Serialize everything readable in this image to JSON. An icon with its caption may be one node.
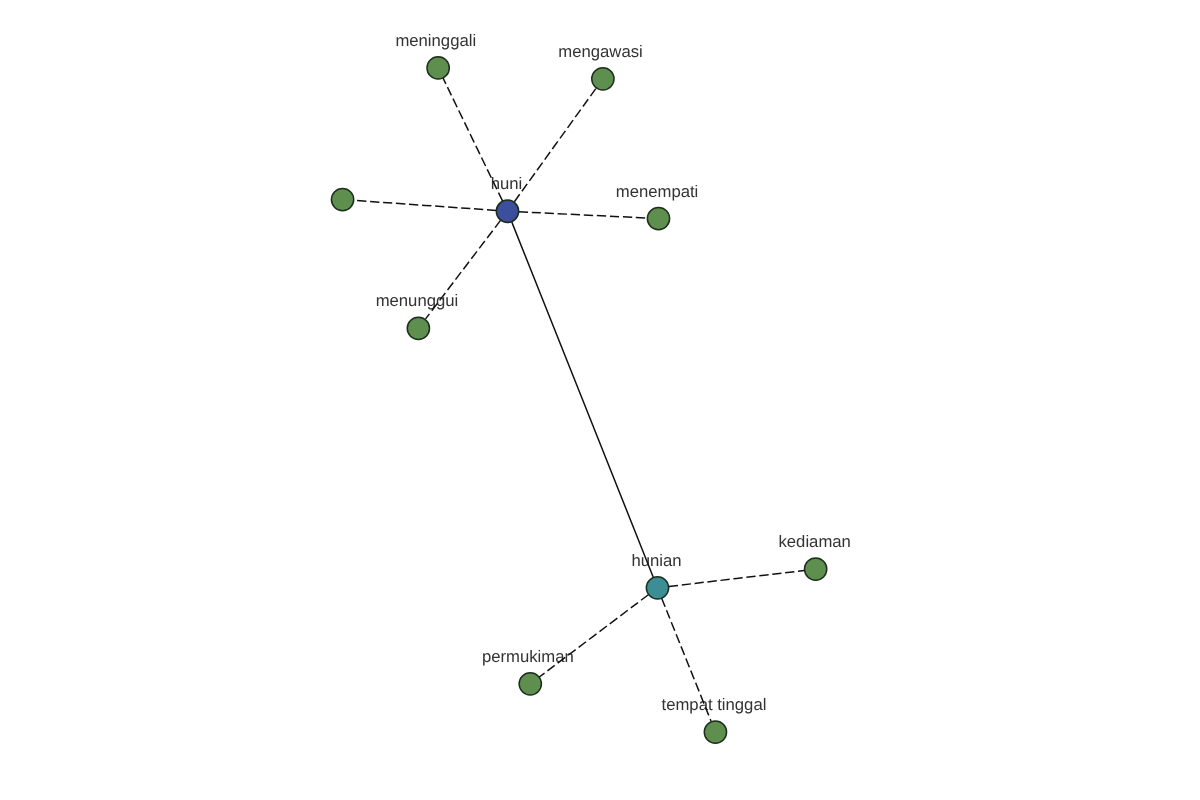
{
  "diagram": {
    "nodes": [
      {
        "text": [],
        "shape": "circle"
      },
      {
        "text": [
          "menempati"
        ]
      },
      {
        "text": [
          "menunggui"
        ]
      },
      {
        "text": [
          "meninggali"
        ]
      },
      {
        "text": [
          "mengawasi"
        ]
      },
      {
        "text": [
          "huni"
        ]
      },
      {
        "text": [
          "permukiman"
        ]
      },
      {
        "text": [
          "kediaman"
        ]
      },
      {
        "text": [
          "hunian"
        ]
      },
      {
        "text": [
          "tempat tinggal"
        ]
      }
    ],
    "edges": [
      {
        "from": 5,
        "to": 0,
        "arrow": "none",
        "style": "dashed"
      },
      {
        "from": 5,
        "to": 1,
        "arrow": "none",
        "style": "dashed"
      },
      {
        "from": 5,
        "to": 2,
        "arrow": "none",
        "style": "dashed"
      },
      {
        "from": 5,
        "to": 3,
        "arrow": "none",
        "style": "dashed"
      },
      {
        "from": 5,
        "to": 4,
        "arrow": "none",
        "style": "dashed"
      },
      {
        "from": 5,
        "to": 8,
        "arrow": "none"
      },
      {
        "from": 8,
        "to": 6,
        "arrow": "none",
        "style": "dashed"
      },
      {
        "from": 8,
        "to": 7,
        "arrow": "none",
        "style": "dashed"
      },
      {
        "from": 8,
        "to": 9,
        "arrow": "none",
        "style": "dashed"
      }
    ]
  }
}
